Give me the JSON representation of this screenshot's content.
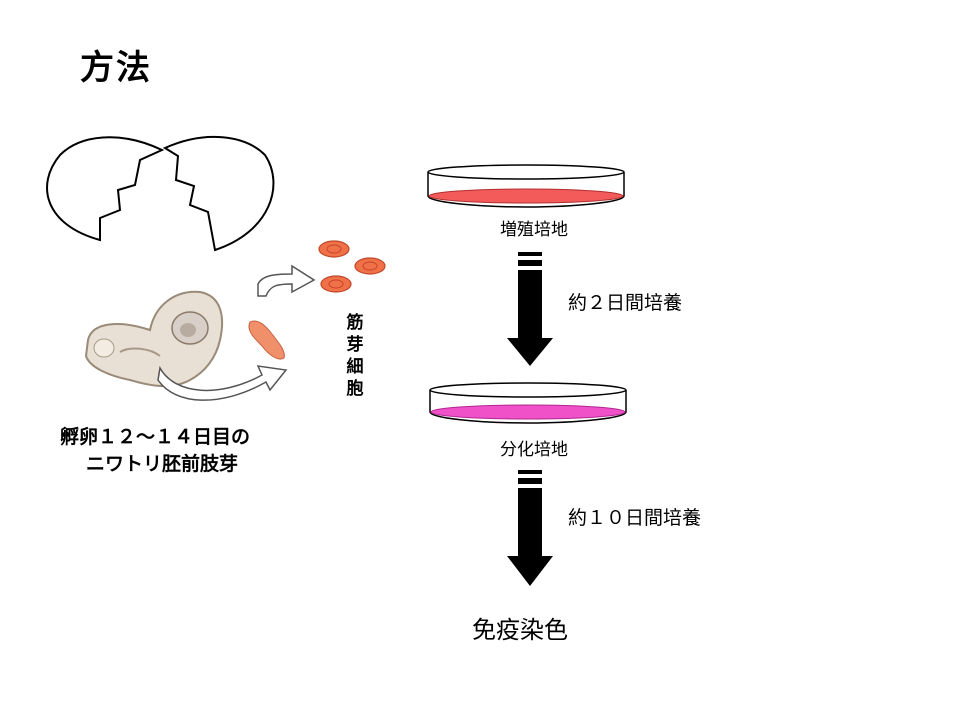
{
  "slide": {
    "title": "方法",
    "embryo_caption": {
      "line1": "孵卵１２～１４日目の",
      "line2": "ニワトリ胚前肢芽"
    },
    "myoblast_label": [
      "筋",
      "芽",
      "細",
      "胞"
    ],
    "growth_medium": "増殖培地",
    "step1_duration": "約２日間培養",
    "differentiation_medium": "分化培地",
    "step2_duration": "約１０日間培養",
    "final_step": "免疫染色"
  },
  "colors": {
    "growth_medium": "#f35a5a",
    "differentiation_medium": "#f050c8",
    "cell_fill": "#f07048",
    "cell_nucleus": "#e05030",
    "tissue": "#f0906a",
    "arrow": "#000000"
  },
  "icons": [
    "eggshell-icon",
    "embryo-icon",
    "curved-arrow-icon",
    "cell-icon",
    "petri-dish-icon",
    "down-arrow-icon"
  ]
}
